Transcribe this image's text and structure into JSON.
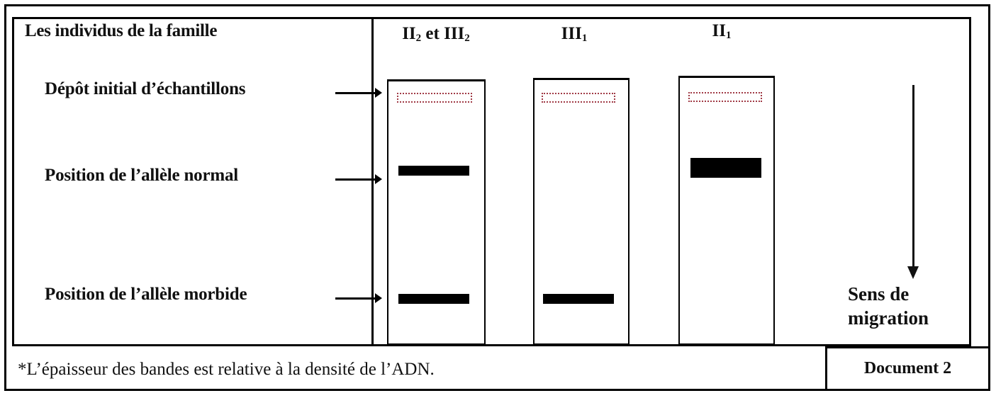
{
  "document": {
    "label": "Document 2",
    "title": "Les individus de la famille",
    "footnote": "*L’épaisseur des bandes est relative à la densité de l’ADN."
  },
  "row_labels": {
    "deposit": "Dépôt initial d’échantillons",
    "normal": "Position de l’allèle normal",
    "morbid": "Position de l’allèle morbide"
  },
  "lanes": [
    {
      "id": "lane1",
      "label_main": "II",
      "label_sub": "2",
      "label_mid": " et ",
      "label_main2": "III",
      "label_sub2": "2",
      "bands": {
        "normal": "thin",
        "morbid": "thin"
      }
    },
    {
      "id": "lane2",
      "label_main": "III",
      "label_sub": "1",
      "bands": {
        "normal": "absent",
        "morbid": "thin"
      }
    },
    {
      "id": "lane3",
      "label_main": "II",
      "label_sub": "1",
      "bands": {
        "normal": "thick",
        "morbid": "absent"
      }
    }
  ],
  "migration": {
    "label_line1": "Sens de",
    "label_line2": "migration",
    "direction": "down"
  },
  "colors": {
    "well_dots": "#a03a45",
    "bands": "#000000"
  }
}
